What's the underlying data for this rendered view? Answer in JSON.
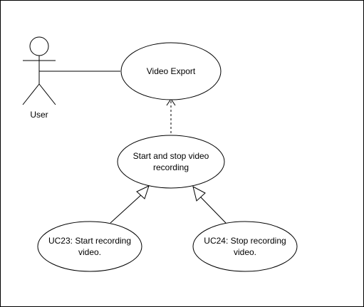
{
  "actor": {
    "name": "User"
  },
  "use_cases": {
    "video_export": "Video Export",
    "start_stop": "Start and stop video\nrecording",
    "uc23": "UC23: Start recording\nvideo.",
    "uc24": "UC24: Stop recording\nvideo."
  },
  "relationships": [
    {
      "from": "User",
      "to": "Video Export",
      "type": "association"
    },
    {
      "from": "Start and stop video recording",
      "to": "Video Export",
      "type": "dependency"
    },
    {
      "from": "UC23: Start recording video.",
      "to": "Start and stop video recording",
      "type": "generalization"
    },
    {
      "from": "UC24: Stop recording video.",
      "to": "Start and stop video recording",
      "type": "generalization"
    }
  ]
}
